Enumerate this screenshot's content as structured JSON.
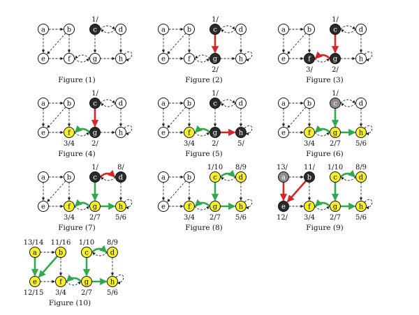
{
  "colors": {
    "white": "#ffffff",
    "black": "#2a2a2a",
    "gray": "#8c8c8c",
    "yellow": "#f7ef2a",
    "tree_edge": "#2fa84f",
    "current_edge": "#d32626",
    "plain_edge": "#222222"
  },
  "edges": [
    {
      "id": "ab",
      "from": "a",
      "to": "b",
      "curve": 0
    },
    {
      "id": "ae",
      "from": "a",
      "to": "e",
      "curve": 0
    },
    {
      "id": "be",
      "from": "b",
      "to": "e",
      "curve": 0
    },
    {
      "id": "bf",
      "from": "b",
      "to": "f",
      "curve": 0
    },
    {
      "id": "cd",
      "from": "c",
      "to": "d",
      "curve": -10
    },
    {
      "id": "dc",
      "from": "d",
      "to": "c",
      "curve": -10
    },
    {
      "id": "cg",
      "from": "c",
      "to": "g",
      "curve": 0
    },
    {
      "id": "dh",
      "from": "d",
      "to": "h",
      "curve": 0
    },
    {
      "id": "ef",
      "from": "e",
      "to": "f",
      "curve": 0
    },
    {
      "id": "fg",
      "from": "f",
      "to": "g",
      "curve": 10
    },
    {
      "id": "gf",
      "from": "g",
      "to": "f",
      "curve": 10
    },
    {
      "id": "gh",
      "from": "g",
      "to": "h",
      "curve": 0
    },
    {
      "id": "hh",
      "from": "h",
      "to": "h",
      "curve": 0
    }
  ],
  "figures": [
    {
      "caption": "Figure (1)",
      "nodes": {
        "a": "white",
        "b": "white",
        "c": "black",
        "d": "white",
        "e": "white",
        "f": "white",
        "g": "white",
        "h": "white"
      },
      "labels": {
        "c": "1/"
      },
      "tree_edges": [],
      "current_edges": []
    },
    {
      "caption": "Figure (2)",
      "nodes": {
        "a": "white",
        "b": "white",
        "c": "black",
        "d": "white",
        "e": "white",
        "f": "white",
        "g": "black",
        "h": "white"
      },
      "labels": {
        "c": "1/",
        "g": "2/"
      },
      "tree_edges": [],
      "current_edges": [
        "cg"
      ]
    },
    {
      "caption": "Figure (3)",
      "nodes": {
        "a": "white",
        "b": "white",
        "c": "black",
        "d": "white",
        "e": "white",
        "f": "black",
        "g": "black",
        "h": "white"
      },
      "labels": {
        "c": "1/",
        "f": "3/",
        "g": "2/"
      },
      "tree_edges": [],
      "current_edges": [
        "cg",
        "gf"
      ]
    },
    {
      "caption": "Figure (4)",
      "nodes": {
        "a": "white",
        "b": "white",
        "c": "black",
        "d": "white",
        "e": "white",
        "f": "yellow",
        "g": "black",
        "h": "white"
      },
      "labels": {
        "c": "1/",
        "f": "3/4",
        "g": "2/"
      },
      "tree_edges": [
        "gf"
      ],
      "current_edges": [
        "cg"
      ]
    },
    {
      "caption": "Figure (5)",
      "nodes": {
        "a": "white",
        "b": "white",
        "c": "black",
        "d": "white",
        "e": "white",
        "f": "yellow",
        "g": "black",
        "h": "black"
      },
      "labels": {
        "c": "1/",
        "f": "3/4",
        "g": "2/",
        "h": "5/"
      },
      "tree_edges": [
        "gf"
      ],
      "current_edges": [
        "gh"
      ]
    },
    {
      "caption": "Figure (6)",
      "nodes": {
        "a": "white",
        "b": "white",
        "c": "gray",
        "d": "white",
        "e": "white",
        "f": "yellow",
        "g": "yellow",
        "h": "yellow"
      },
      "labels": {
        "c": "1/",
        "f": "3/4",
        "g": "2/7",
        "h": "5/6"
      },
      "tree_edges": [
        "cg",
        "gf",
        "gh"
      ],
      "current_edges": []
    },
    {
      "caption": "Figure (7)",
      "nodes": {
        "a": "white",
        "b": "white",
        "c": "black",
        "d": "black",
        "e": "white",
        "f": "yellow",
        "g": "yellow",
        "h": "yellow"
      },
      "labels": {
        "c": "1/",
        "d": "8/",
        "f": "3/4",
        "g": "2/7",
        "h": "5/6"
      },
      "tree_edges": [
        "cg",
        "gf",
        "gh"
      ],
      "current_edges": [
        "cd"
      ]
    },
    {
      "caption": "Figure (8)",
      "nodes": {
        "a": "white",
        "b": "white",
        "c": "yellow",
        "d": "yellow",
        "e": "white",
        "f": "yellow",
        "g": "yellow",
        "h": "yellow"
      },
      "labels": {
        "c": "1/10",
        "d": "8/9",
        "f": "3/4",
        "g": "2/7",
        "h": "5/6"
      },
      "tree_edges": [
        "cg",
        "gf",
        "gh",
        "cd"
      ],
      "current_edges": []
    },
    {
      "caption": "Figure (9)",
      "nodes": {
        "a": "gray",
        "b": "black",
        "c": "yellow",
        "d": "yellow",
        "e": "black",
        "f": "yellow",
        "g": "yellow",
        "h": "yellow"
      },
      "labels": {
        "a": "13/",
        "b": "11/",
        "c": "1/10",
        "d": "8/9",
        "e": "12/",
        "f": "3/4",
        "g": "2/7",
        "h": "5/6"
      },
      "tree_edges": [
        "cg",
        "gf",
        "gh",
        "cd"
      ],
      "current_edges": [
        "be",
        "ae"
      ]
    },
    {
      "caption": "Figure (10)",
      "nodes": {
        "a": "yellow",
        "b": "yellow",
        "c": "yellow",
        "d": "yellow",
        "e": "yellow",
        "f": "yellow",
        "g": "yellow",
        "h": "yellow"
      },
      "labels": {
        "a": "13/14",
        "b": "11/16",
        "c": "1/10",
        "d": "8/9",
        "e": "12/15",
        "f": "3/4",
        "g": "2/7",
        "h": "5/6"
      },
      "tree_edges": [
        "cg",
        "gf",
        "gh",
        "cd",
        "be",
        "ae"
      ],
      "current_edges": []
    }
  ]
}
